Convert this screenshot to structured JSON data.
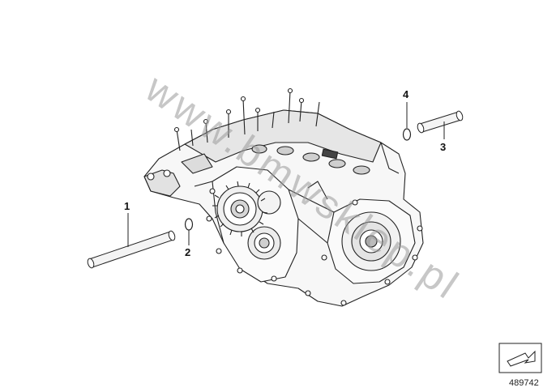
{
  "watermark": "www.bmwsklep.pl",
  "callouts": [
    "1",
    "2",
    "3",
    "4"
  ],
  "parts": {
    "crankcase": "engine-crankcase",
    "pin_long": "dowel-sleeve-1",
    "oring_small": "o-ring-2",
    "pin_short": "dowel-sleeve-3",
    "oring_top": "o-ring-4"
  },
  "reference_number": "489742",
  "colors": {
    "line": "#222222",
    "shade": "#d9d9d9",
    "watermark": "#9a9a9a"
  }
}
